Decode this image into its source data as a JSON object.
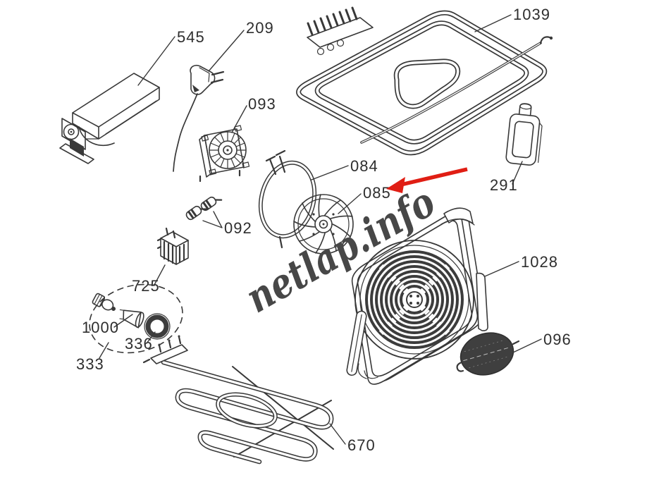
{
  "diagram": {
    "type": "exploded-parts-diagram",
    "subject": "oven heating and fan assembly",
    "background": "#ffffff",
    "line_color": "#383838"
  },
  "watermark": {
    "text": "netlap.info",
    "color": "#474747"
  },
  "pointer": {
    "shape": "red-arrow",
    "color": "#e01e14",
    "points_to_part": "085"
  },
  "parts": {
    "p545": {
      "number": "545"
    },
    "p209": {
      "number": "209"
    },
    "p093": {
      "number": "093"
    },
    "p1039": {
      "number": "1039"
    },
    "p084": {
      "number": "084"
    },
    "p085": {
      "number": "085"
    },
    "p291": {
      "number": "291"
    },
    "p092": {
      "number": "092"
    },
    "p725": {
      "number": "725"
    },
    "p1000": {
      "number": "1000"
    },
    "p336": {
      "number": "336"
    },
    "p333": {
      "number": "333"
    },
    "p1028": {
      "number": "1028"
    },
    "p096": {
      "number": "096"
    },
    "p670": {
      "number": "670"
    }
  }
}
